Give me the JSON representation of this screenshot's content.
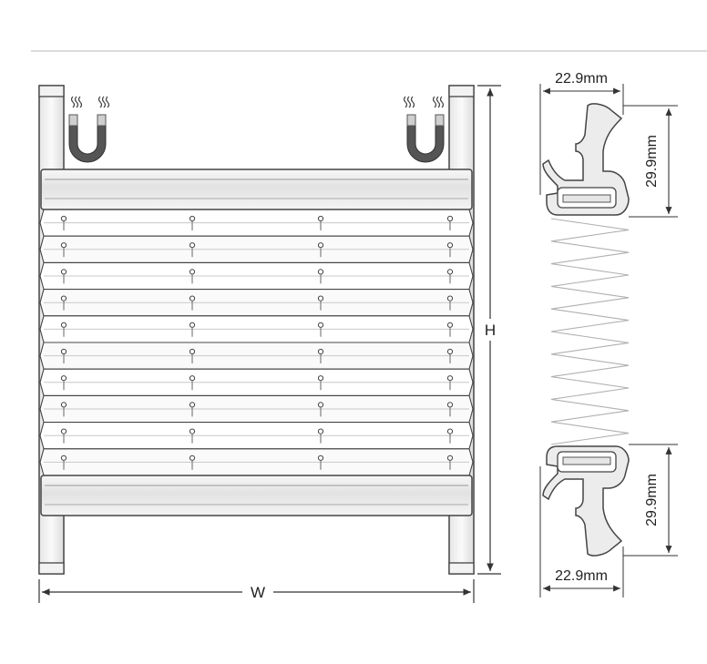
{
  "diagram": {
    "width_label": "W",
    "height_label": "H",
    "top_rail": {
      "width_label": "22.9mm",
      "height_label": "29.9mm"
    },
    "bottom_rail": {
      "width_label": "22.9mm",
      "height_label": "29.9mm"
    },
    "pleat_count": 10,
    "cord_columns": 4,
    "icons": [
      "magnet-icon",
      "magnet-icon"
    ],
    "colors": {
      "line": "#333333",
      "rail_fill": "#eeeeee",
      "magnet": "#555555",
      "separator": "#cccccc"
    }
  }
}
